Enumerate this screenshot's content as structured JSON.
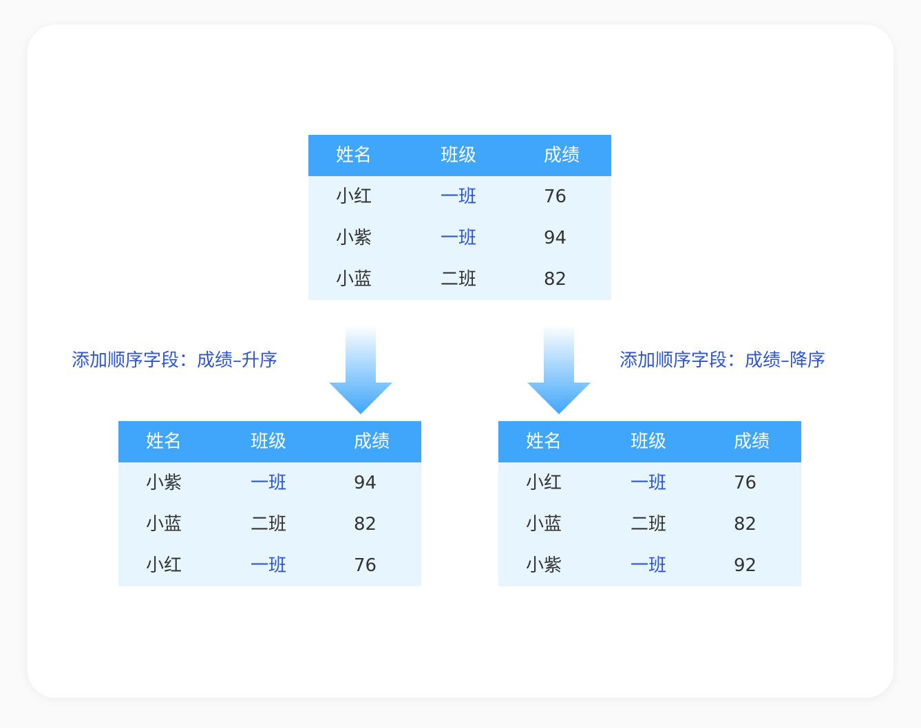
{
  "headers": [
    "姓名",
    "班级",
    "成绩"
  ],
  "colors": {
    "header_bg": "#3fa6fb",
    "body_bg": "#e6f5fe",
    "accent_text": "#2f55d4",
    "arrow_top": "#ffffff",
    "arrow_bottom": "#3fa6fb"
  },
  "source_table": {
    "rows": [
      {
        "name": "小红",
        "class": "一班",
        "score": "76"
      },
      {
        "name": "小紫",
        "class": "一班",
        "score": "94"
      },
      {
        "name": "小蓝",
        "class": "二班",
        "score": "82"
      }
    ]
  },
  "left_label": "添加顺序字段：成绩–升序",
  "right_label": "添加顺序字段：成绩–降序",
  "left_table": {
    "rows": [
      {
        "name": "小紫",
        "class": "一班",
        "score": "94"
      },
      {
        "name": "小蓝",
        "class": "二班",
        "score": "82"
      },
      {
        "name": "小红",
        "class": "一班",
        "score": "76"
      }
    ]
  },
  "right_table": {
    "rows": [
      {
        "name": "小红",
        "class": "一班",
        "score": "76"
      },
      {
        "name": "小蓝",
        "class": "二班",
        "score": "82"
      },
      {
        "name": "小紫",
        "class": "一班",
        "score": "92"
      }
    ]
  }
}
